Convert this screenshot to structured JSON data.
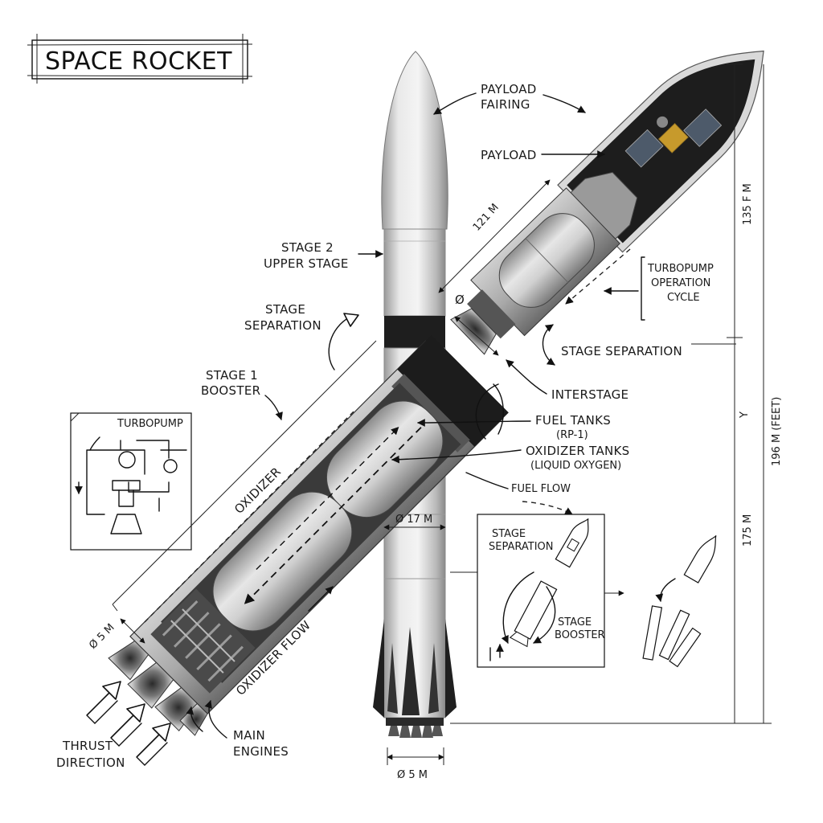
{
  "title": "SPACE ROCKET",
  "labels": {
    "payload_fairing_1": "PAYLOAD",
    "payload_fairing_2": "FAIRING",
    "payload": "PAYLOAD",
    "stage2_1": "STAGE 2",
    "stage2_2": "UPPER STAGE",
    "stage_sep_left_1": "STAGE",
    "stage_sep_left_2": "SEPARATION",
    "stage1_1": "STAGE 1",
    "stage1_2": "BOOSTER",
    "turbopump_box": "TURBOPUMP",
    "turbopump_cycle_1": "TURBOPUMP",
    "turbopump_cycle_2": "OPERATION",
    "turbopump_cycle_3": "CYCLE",
    "stage_sep_right": "STAGE SEPARATION",
    "interstage": "INTERSTAGE",
    "fuel_tanks_1": "FUEL TANKS",
    "fuel_tanks_2": "(RP-1)",
    "oxidizer_tanks_1": "OXIDIZER TANKS",
    "oxidizer_tanks_2": "(LIQUID OXYGEN)",
    "fuel_flow": "FUEL FLOW",
    "oxidizer": "OXIDIZER",
    "oxidizer_flow": "OXIDIZER FLOW",
    "main_engines_1": "MAIN",
    "main_engines_2": "ENGINES",
    "thrust_1": "THRUST",
    "thrust_2": "DIRECTION",
    "inset_sep_1": "STAGE",
    "inset_sep_2": "SEPARATION",
    "inset_booster_1": "STAGE",
    "inset_booster_2": "BOOSTER"
  },
  "dimensions": {
    "dim_121": "121 M",
    "dim_135": "135 F M",
    "dim_196": "196 M (FEET)",
    "dim_175": "175 M",
    "dim_17": "Ø 17 M",
    "dim_5_bottom": "Ø 5 M",
    "dim_5_left": "Ø 5 M",
    "dim_phi": "Ø",
    "dim_y": "Y"
  }
}
